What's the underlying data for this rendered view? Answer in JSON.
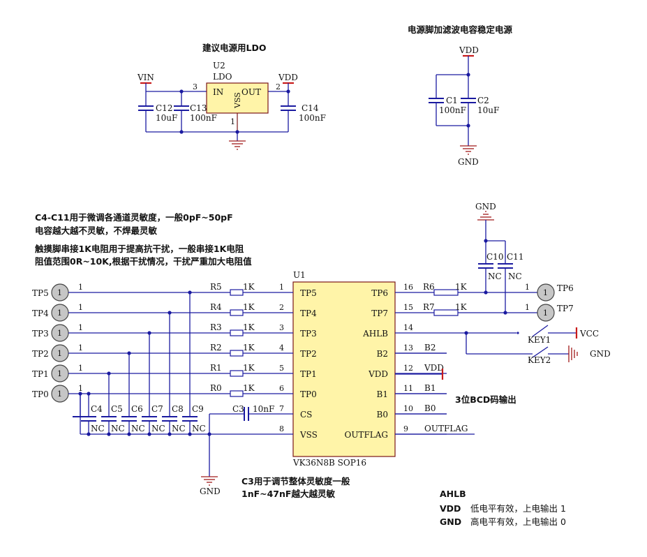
{
  "notes": {
    "ldo_title": "建议电源用LDO",
    "filter_title": "电源脚加滤波电容稳定电源",
    "c4c11_line1": "C4-C11用于微调各通道灵敏度，一般0pF~50pF",
    "c4c11_line2": "电容越大越不灵敏，不焊最灵敏",
    "tp_line1": "触摸脚串接1K电阻用于提高抗干扰，一般串接1K电阻",
    "tp_line2": "阻值范围0R~10K,根据干扰情况，干扰严重加大电阻值",
    "c3_line1": "C3用于调节整体灵敏度一般",
    "c3_line2": "1nF~47nF越大越灵敏",
    "bcd": "3位BCD码输出",
    "ahlb_title": "AHLB",
    "ahlb_vdd_key": "VDD",
    "ahlb_vdd_desc": "低电平有效，上电输出 1",
    "ahlb_gnd_key": "GND",
    "ahlb_gnd_desc": "高电平有效，上电输出 0"
  },
  "ldo": {
    "ref": "U2",
    "value": "LDO",
    "pin_in": "IN",
    "pin_out": "OUT",
    "pin_gnd": "VSS",
    "num_in": "3",
    "num_out": "2",
    "num_gnd": "1",
    "vin": "VIN",
    "vdd": "VDD",
    "c12": "C12",
    "c12v": "10uF",
    "c13": "C13",
    "c13v": "100nF",
    "c14": "C14",
    "c14v": "100nF"
  },
  "filter": {
    "vdd": "VDD",
    "gnd": "GND",
    "c1": "C1",
    "c1v": "100nF",
    "c2": "C2",
    "c2v": "10uF"
  },
  "chip": {
    "ref": "U1",
    "part": "VK36N8B SOP16",
    "left_pins": [
      {
        "name": "TP5",
        "num": "1"
      },
      {
        "name": "TP4",
        "num": "2"
      },
      {
        "name": "TP3",
        "num": "3"
      },
      {
        "name": "TP2",
        "num": "4"
      },
      {
        "name": "TP1",
        "num": "5"
      },
      {
        "name": "TP0",
        "num": "6"
      },
      {
        "name": "CS",
        "num": "7"
      },
      {
        "name": "VSS",
        "num": "8"
      }
    ],
    "right_pins": [
      {
        "name": "TP6",
        "num": "16",
        "net": ""
      },
      {
        "name": "TP7",
        "num": "15",
        "net": ""
      },
      {
        "name": "AHLB",
        "num": "14",
        "net": ""
      },
      {
        "name": "B2",
        "num": "13",
        "net": "B2"
      },
      {
        "name": "VDD",
        "num": "12",
        "net": "VDD"
      },
      {
        "name": "B1",
        "num": "11",
        "net": "B1"
      },
      {
        "name": "B0",
        "num": "10",
        "net": "B0"
      },
      {
        "name": "OUTFLAG",
        "num": "9",
        "net": "OUTFLAG"
      }
    ]
  },
  "touch_left": [
    {
      "label": "TP5",
      "pad": "1",
      "pin": "1",
      "res": "R5",
      "resv": "1K"
    },
    {
      "label": "TP4",
      "pad": "1",
      "pin": "1",
      "res": "R4",
      "resv": "1K"
    },
    {
      "label": "TP3",
      "pad": "1",
      "pin": "1",
      "res": "R3",
      "resv": "1K"
    },
    {
      "label": "TP2",
      "pad": "1",
      "pin": "1",
      "res": "R2",
      "resv": "1K"
    },
    {
      "label": "TP1",
      "pad": "1",
      "pin": "1",
      "res": "R1",
      "resv": "1K"
    },
    {
      "label": "TP0",
      "pad": "1",
      "pin": "1",
      "res": "R0",
      "resv": "1K"
    }
  ],
  "touch_right": [
    {
      "label": "TP6",
      "pad": "1",
      "pin": "1",
      "res": "R6",
      "resv": "1K"
    },
    {
      "label": "TP7",
      "pad": "1",
      "pin": "1",
      "res": "R7",
      "resv": "1K"
    }
  ],
  "caps_bottom": [
    {
      "ref": "C4",
      "val": "NC"
    },
    {
      "ref": "C5",
      "val": "NC"
    },
    {
      "ref": "C6",
      "val": "NC"
    },
    {
      "ref": "C7",
      "val": "NC"
    },
    {
      "ref": "C8",
      "val": "NC"
    },
    {
      "ref": "C9",
      "val": "NC"
    }
  ],
  "c3": {
    "ref": "C3",
    "val": "10nF"
  },
  "bottom_gnd": "GND",
  "top_right": {
    "gnd": "GND",
    "c10": "C10",
    "c10v": "NC",
    "c11": "C11",
    "c11v": "NC"
  },
  "keys": {
    "key1": "KEY1",
    "key2": "KEY2",
    "vcc": "VCC",
    "gnd": "GND"
  }
}
